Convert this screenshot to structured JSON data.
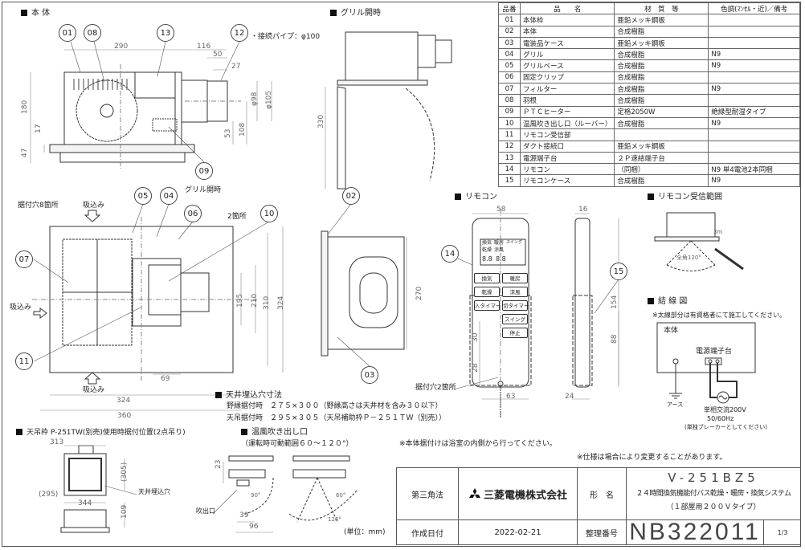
{
  "sections": {
    "body": "本 体",
    "grille_open": "グリル開時",
    "remote": "リモコン",
    "receiver_range": "リモコン受信範囲",
    "wiring": "結 線 図",
    "ceiling_hole": "天井埋込穴寸法",
    "warm_outlet": "温風吹き出し口",
    "hanging_frame": "天吊枠 P-251TW(別売)使用時据付位置(2点吊り)"
  },
  "callouts": [
    "01",
    "08",
    "13",
    "12",
    "09",
    "05",
    "04",
    "06",
    "10",
    "07",
    "11",
    "02",
    "03",
    "14",
    "15"
  ],
  "labels": {
    "pipe": "・接続パイプ：φ100",
    "grille_open2": "グリル開時",
    "two_places": "2箇所",
    "mount_holes8": "据付穴8箇所",
    "intake_top": "吸込み",
    "intake_left": "吸込み",
    "intake_bottom": "吸込み",
    "mount_holes2": "据付穴2箇所",
    "full_angle": "全角120°",
    "range": "3m",
    "ceiling_hole_label": "天井埋込穴",
    "outlet_label": "吹出口",
    "unit": "(単位：mm)"
  },
  "dims": {
    "d290": "290",
    "d116": "116",
    "d50": "50",
    "d27": "27",
    "d98": "φ98",
    "d105": "φ105",
    "d180": "180",
    "d17": "17",
    "d47": "47",
    "d53": "53",
    "d108": "108",
    "d330": "330",
    "d324v": "324",
    "d310": "310",
    "d210": "210",
    "d195": "195",
    "d69": "69",
    "d324h": "324",
    "d360": "360",
    "d270": "270",
    "d58": "58",
    "d16": "16",
    "d154": "154",
    "d88": "88",
    "d30": "30",
    "d28": "28",
    "d63": "63",
    "d24": "24",
    "d313": "313",
    "d305": "(305)",
    "d295": "(295)",
    "d344": "344",
    "d109": "109",
    "d23": "23",
    "d39": "39",
    "d96": "96",
    "a90": "90°",
    "a60": "60°",
    "a120": "120°"
  },
  "ceiling_hole": {
    "line1": "野縁据付時　２７５×３００（野縁高さは天井材を含み３０以下）",
    "line2": "天吊据付時　２９５×３０５（天吊補助枠Ｐ－２５１ＴＷ（別売））"
  },
  "warm_outlet_range": "（運転時可動範囲６０～１２０°）",
  "notes": {
    "install": "※本体据付けは浴室の内側から行ってください。",
    "spec": "※仕様は場合により変更することがあります。"
  },
  "wiring": {
    "note": "※太線部分は有資格者にて施工してください。",
    "body": "本体",
    "terminal": "電源端子台",
    "earth": "アース",
    "power1": "単相交流200V",
    "power2": "50/60Hz",
    "power3": "(単独ブレーカーとしてください)"
  },
  "remote": {
    "buttons": [
      "換気",
      "暖房",
      "乾燥",
      "涼風",
      "入タイマー",
      "切タイマー",
      "スイング",
      "停止"
    ],
    "display": [
      "換気",
      "暖房",
      "乾燥",
      "涼風",
      "8.8",
      "8.8",
      "スイング"
    ]
  },
  "parts_table": {
    "headers": [
      "品番",
      "品　　名",
      "材　質　等",
      "色調(ﾏﾝｾﾙ・近)／備考"
    ],
    "rows": [
      [
        "01",
        "本体枠",
        "亜鉛メッキ鋼板",
        ""
      ],
      [
        "02",
        "本体",
        "合成樹脂",
        ""
      ],
      [
        "03",
        "電装品ケース",
        "亜鉛メッキ鋼板",
        ""
      ],
      [
        "04",
        "グリル",
        "合成樹脂",
        "N9"
      ],
      [
        "05",
        "グリルベース",
        "合成樹脂",
        "N9"
      ],
      [
        "06",
        "固定クリップ",
        "合成樹脂",
        ""
      ],
      [
        "07",
        "フィルター",
        "合成樹脂",
        "N9"
      ],
      [
        "08",
        "羽根",
        "合成樹脂",
        ""
      ],
      [
        "09",
        "ＰＴＣヒーター",
        "定格2050W",
        "絶縁型耐湿タイプ"
      ],
      [
        "10",
        "温風吹き出し口（ルーバー）",
        "合成樹脂",
        "N9"
      ],
      [
        "11",
        "リモコン受信部",
        "",
        ""
      ],
      [
        "12",
        "ダクト接続口",
        "亜鉛メッキ鋼板",
        ""
      ],
      [
        "13",
        "電源端子台",
        "２Ｐ速結端子台",
        ""
      ],
      [
        "14",
        "リモコン",
        "（同梱）",
        "N9 単4電池2本同梱"
      ],
      [
        "15",
        "リモコンケース",
        "合成樹脂",
        "N9"
      ]
    ]
  },
  "title_block": {
    "projection": "第三角法",
    "company": "三菱電機株式会社",
    "model_label": "形　名",
    "model": "V-251BZ5",
    "desc1": "２４時間換気機能付バス乾燥・暖房・換気システム",
    "desc2": "（１部屋用２００Ｖタイプ）",
    "date_label": "作成日付",
    "date": "2022-02-21",
    "number_label": "整理番号",
    "number": "NB322011",
    "page": "1/3"
  },
  "colors": {
    "line": "#333333",
    "dim": "#777777",
    "brand": "#e60012"
  }
}
